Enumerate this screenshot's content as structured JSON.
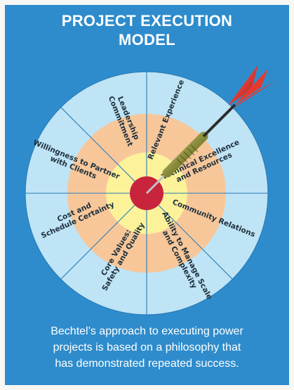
{
  "title": {
    "line1": "PROJECT EXECUTION",
    "line2": "MODEL"
  },
  "segments": [
    {
      "key": "relevant-experience",
      "lines": [
        "Relevant Experience"
      ]
    },
    {
      "key": "technical-excellence",
      "lines": [
        "Technical Excellence",
        "and Resources"
      ]
    },
    {
      "key": "community-relations",
      "lines": [
        "Community Relations"
      ]
    },
    {
      "key": "manage-scale",
      "lines": [
        "Ability to Manage Scale",
        "and Complexity"
      ]
    },
    {
      "key": "core-values",
      "lines": [
        "Core Values:",
        "Safety and Quality"
      ]
    },
    {
      "key": "cost-schedule",
      "lines": [
        "Cost and",
        "Schedule Certainty"
      ]
    },
    {
      "key": "partner-clients",
      "lines": [
        "Willingness to Partner",
        "with Clients"
      ]
    },
    {
      "key": "leadership",
      "lines": [
        "Leadership",
        "Commitment"
      ]
    }
  ],
  "caption": {
    "line1": "Bechtel’s approach to executing power",
    "line2": "projects is based on a philosophy that",
    "line3": "has demonstrated repeated success."
  },
  "colors": {
    "background": "#2e8ccc",
    "outer_ring": "#bfe4f5",
    "middle_ring": "#f7c79a",
    "inner_ring": "#fbf29a",
    "bullseye": "#c8243c",
    "divider": "#2a7db8"
  }
}
